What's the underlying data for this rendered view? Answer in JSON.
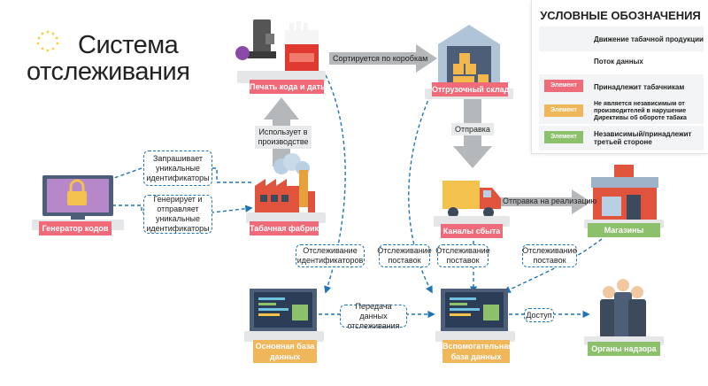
{
  "title": {
    "line1": "Система",
    "line2": "отслеживания"
  },
  "legend": {
    "title": "УСЛОВНЫЕ ОБОЗНАЧЕНИЯ",
    "rows": [
      {
        "text": "Движение табачной продукции"
      },
      {
        "text": "Поток данных"
      },
      {
        "swatch": "Элемент",
        "text": "Принадлежит табачникам",
        "color": "#f06b7a"
      },
      {
        "swatch": "Элемент",
        "text": "Не является независимым от производителей в нарушение Директивы об обороте табака",
        "color": "#f0b65a"
      },
      {
        "swatch": "Элемент",
        "text": "Независимый/принадлежит третьей стороне",
        "color": "#8cc06b"
      }
    ]
  },
  "nodes": {
    "print": "Печать кода и даты",
    "warehouse": "Отгрузочный склад",
    "factory": "Табачная фабрика",
    "codegen": "Генератор кодов",
    "sales": "Каналы сбыта",
    "shops": "Магазины",
    "maindb": "Основная база данных",
    "auxdb": "Вспомогательная база данных",
    "regulators": "Органы надзора"
  },
  "labels": {
    "sorted": "Сортируется по коробкам",
    "uses": "Использует в производстве",
    "shipment": "Отправка",
    "to_retail": "Отправка на реализацию",
    "request_ids": "Запрашивает уникальные идентификаторы",
    "gen_ids": "Генерирует и отправляет уникальные идентификаторы",
    "track_ids": "Отслеживание идентификаторов",
    "track_supply1": "Отслеживание поставок",
    "track_supply2": "Отслеживание поставок",
    "track_supply3": "Отслеживание поставок",
    "transfer": "Передача данных отслеживания",
    "access": "Доступ"
  },
  "colors": {
    "data_flow": "#1f73b7",
    "product_flow": "#b5b8bb",
    "owned": "#f06b7a",
    "dependent": "#f0b65a",
    "independent": "#8cc06b"
  }
}
